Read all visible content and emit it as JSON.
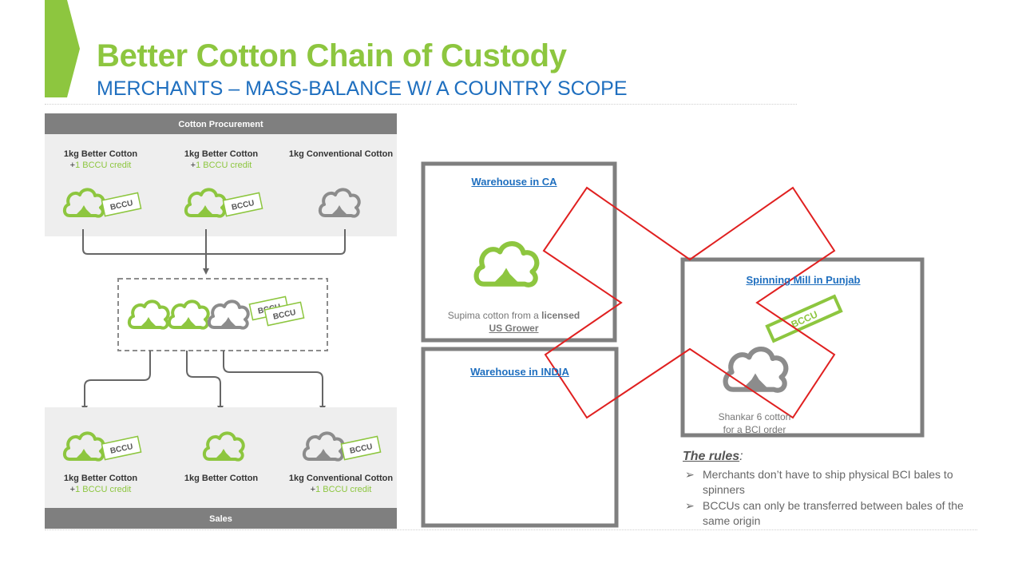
{
  "header": {
    "title": "Better Cotton Chain of Custody",
    "subtitle": "MERCHANTS – MASS-BALANCE W/ A COUNTRY SCOPE"
  },
  "colors": {
    "brand_green": "#8dc63f",
    "subtitle_blue": "#1f6fbf",
    "panel_border": "#7f7f7f",
    "cross_red": "#e02020",
    "gray_band": "#7f7f7f",
    "light_band": "#eeeeee"
  },
  "left_diagram": {
    "procurement_header": "Cotton Procurement",
    "sales_header": "Sales",
    "badge_text": "BCCU",
    "top_items": [
      {
        "line1": "1kg Better Cotton",
        "plus": "+",
        "credit": "1 BCCU credit",
        "icon": "green-cotton-icon"
      },
      {
        "line1": "1kg Better Cotton",
        "plus": "+",
        "credit": "1 BCCU credit",
        "icon": "green-cotton-icon"
      },
      {
        "line1": "1kg Conventional Cotton",
        "plus": "",
        "credit": "",
        "icon": "gray-cotton-icon"
      }
    ],
    "bottom_items": [
      {
        "line1": "1kg Better Cotton",
        "plus": "+",
        "credit": "1 BCCU credit",
        "icon": "green-cotton-icon"
      },
      {
        "line1": "1kg Better Cotton",
        "plus": "",
        "credit": "",
        "icon": "green-cotton-icon"
      },
      {
        "line1": "1kg Conventional Cotton",
        "plus": "+",
        "credit": "1 BCCU credit",
        "icon": "gray-cotton-icon"
      }
    ]
  },
  "warehouse_ca": {
    "title": "Warehouse in CA",
    "caption_pre": "Supima cotton from a ",
    "caption_bold": "licensed",
    "caption_link": "US Grower"
  },
  "warehouse_india": {
    "title": "Warehouse in INDIA"
  },
  "spinning_mill": {
    "title": "Spinning Mill in Punjab",
    "badge_text": "BCCU",
    "caption_line1": "Shankar 6 cotton",
    "caption_line2": "for a BCI order"
  },
  "rules": {
    "heading": "The rules",
    "colon": ":",
    "arrow_glyph": "➢",
    "items": [
      "Merchants don’t have to ship physical BCI bales to spinners",
      "BCCUs can only be transferred between bales of the same origin"
    ]
  }
}
